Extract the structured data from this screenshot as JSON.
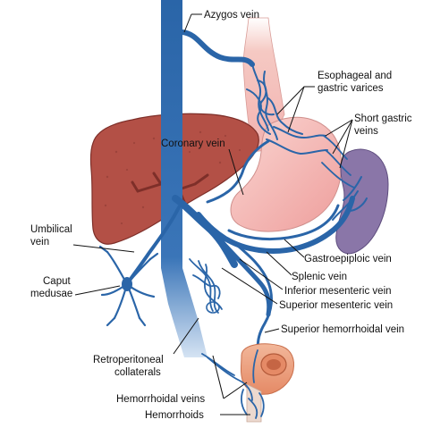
{
  "diagram": {
    "labels": {
      "azygos": "Azygos vein",
      "esophageal_1": "Esophageal and",
      "esophageal_2": "gastric varices",
      "short_gastric_1": "Short gastric",
      "short_gastric_2": "veins",
      "coronary": "Coronary vein",
      "umbilical_1": "Umbilical",
      "umbilical_2": "vein",
      "caput_1": "Caput",
      "caput_2": "medusae",
      "gastroepiploic": "Gastroepiploic vein",
      "splenic": "Splenic vein",
      "inferior_mesenteric": "Inferior mesenteric vein",
      "superior_mesenteric": "Superior mesenteric vein",
      "superior_hemorrhoidal": "Superior hemorrhoidal vein",
      "retroperitoneal_1": "Retroperitoneal",
      "retroperitoneal_2": "collaterals",
      "hemorrhoidal": "Hemorrhoidal veins",
      "hemorrhoids": "Hemorrhoids"
    },
    "colors": {
      "vein_blue": "#2a65a8",
      "vein_light": "#8fb4dc",
      "liver": "#b35046",
      "liver_dark": "#8c3a33",
      "stomach": "#f2b2b0",
      "esophagus": "#f5c9c3",
      "spleen": "#8a76a8",
      "rectum": "#ec9f7e"
    }
  }
}
